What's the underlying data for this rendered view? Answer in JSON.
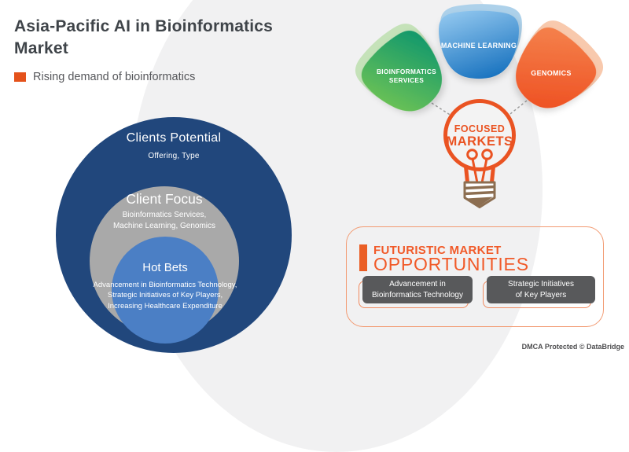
{
  "header": {
    "title_line1": "Asia-Pacific AI in Bioinformatics",
    "title_line2": "Market",
    "subtitle": "Rising demand of bioinformatics"
  },
  "venn": {
    "outer": {
      "title": "Clients Potential",
      "subtitle": "Offering, Type"
    },
    "middle": {
      "title": "Client Focus",
      "line1": "Bioinformatics Services,",
      "line2": "Machine Learning, Genomics"
    },
    "inner": {
      "title": "Hot Bets",
      "line1": "Advancement in Bioinformatics Technology,",
      "line2": "Strategic Initiatives of Key Players,",
      "line3": "Increasing Healthcare Expenditure"
    }
  },
  "markets": {
    "picks": [
      {
        "id": "bioinformatics-services",
        "line1": "BIOINFORMATICS",
        "line2": "SERVICES"
      },
      {
        "id": "machine-learning",
        "line1": "MACHINE LEARNING",
        "line2": ""
      },
      {
        "id": "genomics",
        "line1": "GENOMICS",
        "line2": ""
      }
    ],
    "bulb": {
      "line1": "FOCUSED",
      "line2": "MARKETS"
    }
  },
  "opportunities": {
    "heading_line1": "FUTURISTIC MARKET",
    "heading_line2": "OPPORTUNITIES",
    "cards": [
      {
        "line1": "Advancement in",
        "line2": "Bioinformatics Technology"
      },
      {
        "line1": "Strategic Initiatives",
        "line2": "of Key Players"
      }
    ]
  },
  "footer": {
    "dmca": "DMCA Protected © DataBridge"
  },
  "colors": {
    "accent_orange": "#ee5322",
    "panel_border_orange": "#f29b73",
    "navy": "#21477c",
    "ring_gray": "#a9a9a9",
    "steel_blue": "#4b7fc5",
    "pick_green_start": "#6ec355",
    "pick_green_end": "#169a6b",
    "pick_blue_start": "#90c6ee",
    "pick_blue_end": "#1b74c0",
    "pick_orange_start": "#f5854f",
    "pick_orange_end": "#ee4f21",
    "bulb_base_brown": "#8c6e51",
    "button_gray": "#58595b"
  }
}
